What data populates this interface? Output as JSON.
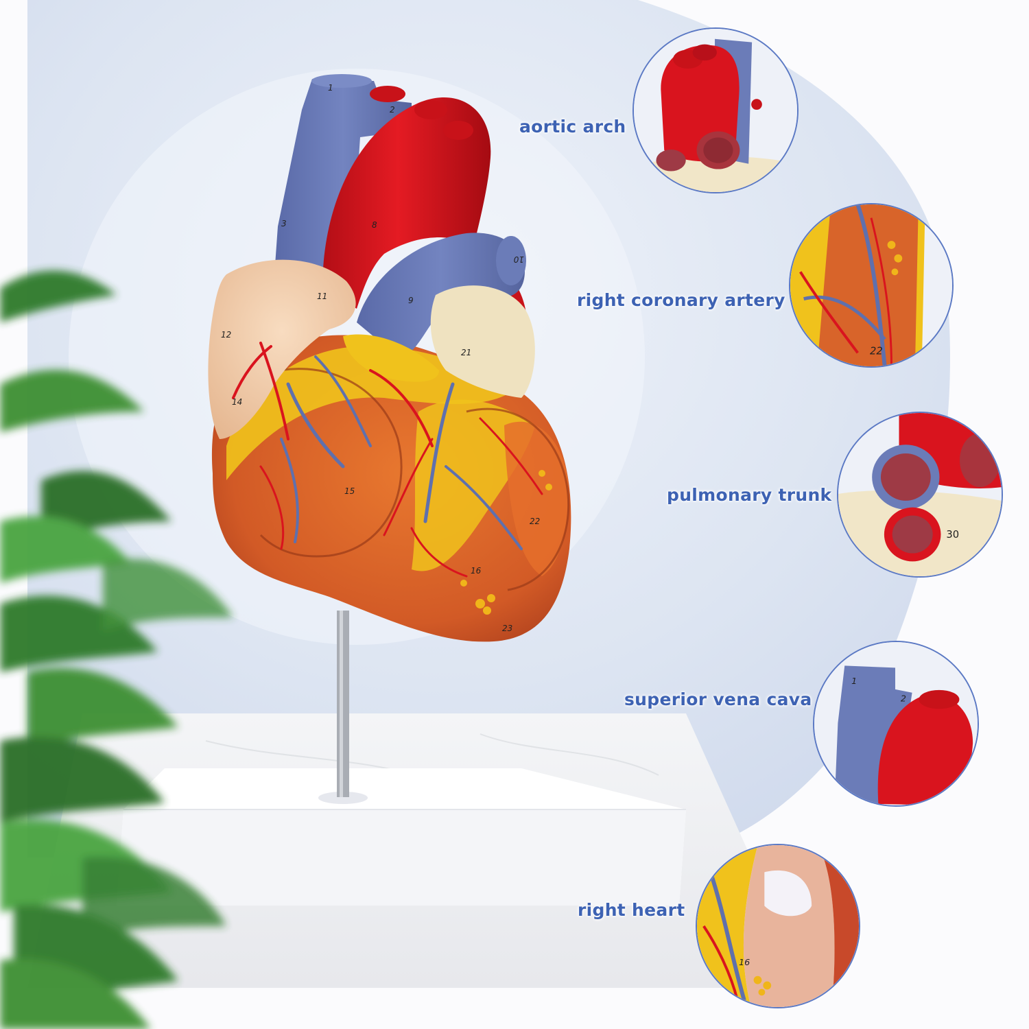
{
  "callouts": [
    {
      "label": "aortic arch"
    },
    {
      "label": "right coronary artery"
    },
    {
      "label": "pulmonary trunk"
    },
    {
      "label": "superior vena cava"
    },
    {
      "label": "right heart"
    }
  ],
  "model_numbers": [
    "1",
    "2",
    "3",
    "8",
    "9",
    "10",
    "11",
    "12",
    "14",
    "15",
    "16",
    "21",
    "22",
    "23",
    "30"
  ],
  "colors": {
    "label_text": "#3d62b3",
    "circle_border": "#5b79c4",
    "vein_blue": "#6a7bb5",
    "artery_red": "#d9141e",
    "muscle_orange": "#d8642a",
    "fat_yellow": "#f0c21c",
    "atrium_beige": "#f1d0b0",
    "background_blue": "#d9e2f1"
  }
}
